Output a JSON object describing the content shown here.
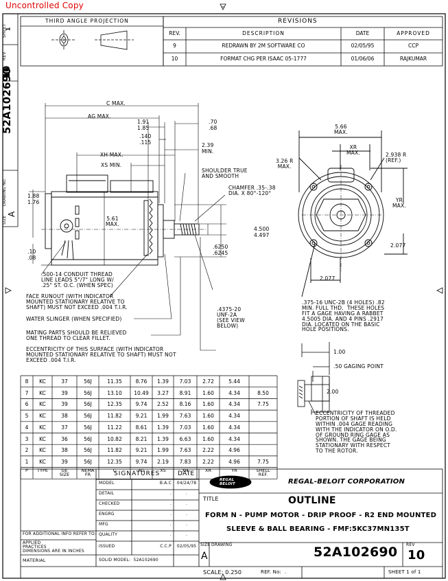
{
  "watermark": "Uncontrolled Copy",
  "sidebar": {
    "sheet_label": "SHEET",
    "sheet_value": "1",
    "rev_label": "REV",
    "rev_value": "10",
    "drawing_no_label": "DRAWING NO.",
    "drawing_no_value": "52A102690",
    "size_label": "SIZE",
    "size_value": "A"
  },
  "projection": {
    "label": "THIRD ANGLE PROJECTION"
  },
  "revisions": {
    "title": "REVISIONS",
    "headers": [
      "REV.",
      "DESCRIPTION",
      "DATE",
      "APPROVED"
    ],
    "rows": [
      [
        "9",
        "REDRAWN BY 2M SOFTWARE CO",
        "02/05/95",
        "CCP"
      ],
      [
        "10",
        "FORMAT CHG PER ISAAC 05-1777",
        "01/06/06",
        "RAJKUMAR"
      ]
    ]
  },
  "side_view": {
    "c_max": "C MAX.",
    "ag_max": "AG MAX.",
    "d191": "1.91",
    "d185": "1.85",
    "d140": ".140",
    "d115": ".115",
    "d70": ".70",
    "d68": ".68",
    "d239": "2.39",
    "d239_min": "MIN.",
    "xh_max": "XH MAX.",
    "xs_min": "XS MIN.",
    "shoulder": "SHOULDER TRUE\nAND SMOOTH",
    "chamfer": "CHAMFER .35-.38\nDIA. X 80°-120°",
    "d188": "1.88",
    "d176": "1.76",
    "d561": "5.61\nMAX.",
    "d4500": "4.500",
    "d4497": "4.497",
    "d6250": ".6250",
    "d6245": ".6245",
    "d10": ".10",
    "d08": ".08",
    "conduit": ".500-14 CONDUIT THREAD\nLINE LEADS 5\"/7\" LONG W/\n.25\" ST. O.C. (WHEN SPEC)",
    "runout": "FACE RUNOUT (WITH INDICATOR\nMOUNTED STATIONARY RELATIVE TO\nSHAFT) MUST NOT EXCEED .004 T.I.R.",
    "slinger": "WATER SLINGER (WHEN SPECIFIED)",
    "thread": ".4375-20\nUNF-2A\n(SEE VIEW\nBELOW)",
    "mating": "MATING PARTS SHOULD BE RELIEVED\nONE THREAD TO CLEAR FILLET.",
    "eccentricity": "ECCENTRICITY OF THIS SURFACE (WITH INDICATOR\nMOUNTED STATIONARY RELATIVE TO SHAFT) MUST NOT\nEXCEED .004 T.I.R."
  },
  "end_view": {
    "d566": "5.66\nMAX.",
    "xr_max": "XR\nMAX.",
    "d326": "3.26 R\nMAX.",
    "d2938": "2.938 R\n(REF.)",
    "yr_max": "YR\nMAX.",
    "d2077_v": "2.077",
    "d2077_h": "2.077",
    "holes": ".375-16 UNC-2B (4 HOLES) .82\nMIN. FULL THD.  THESE HOLES\nFIT A GAGE HAVING A RABBET\n4.5005 DIA. AND 4 PINS .2917\nDIA. LOCATED ON THE BASIC\nHOLE POSITIONS."
  },
  "shaft_detail": {
    "d100": "1.00",
    "gaging": ".50 GAGING POINT",
    "d200": "2.00",
    "note": "ECCENTRICITY OF THREADED\nPORTION OF SHAFT IS HELD\nWITHIN .004 GAGE READING\nWITH THE INDICATOR ON O.D.\nOF GROUND RING GAGE AS\nSHOWN. THE GAGE BEING\nSTATIONARY WITH RESPECT\nTO THE ROTOR."
  },
  "data_table": {
    "rows": [
      [
        "8",
        "KC",
        "37",
        "56J",
        "11.35",
        "8.76",
        "1.39",
        "7.03",
        "2.72",
        "5.44",
        ""
      ],
      [
        "7",
        "KC",
        "39",
        "56J",
        "13.10",
        "10.49",
        "3.27",
        "8.91",
        "1.60",
        "4.34",
        "8.50"
      ],
      [
        "6",
        "KC",
        "39",
        "56J",
        "12.35",
        "9.74",
        "2.52",
        "8.16",
        "1.60",
        "4.34",
        "7.75"
      ],
      [
        "5",
        "KC",
        "38",
        "56J",
        "11.82",
        "9.21",
        "1.99",
        "7.63",
        "1.60",
        "4.34",
        ""
      ],
      [
        "4",
        "KC",
        "37",
        "56J",
        "11.22",
        "8.61",
        "1.39",
        "7.03",
        "1.60",
        "4.34",
        ""
      ],
      [
        "3",
        "KC",
        "36",
        "56J",
        "10.82",
        "8.21",
        "1.39",
        "6.63",
        "1.60",
        "4.34",
        ""
      ],
      [
        "2",
        "KC",
        "38",
        "56J",
        "11.82",
        "9.21",
        "1.99",
        "7.63",
        "2.22",
        "4.96",
        ""
      ],
      [
        "1",
        "KC",
        "39",
        "56J",
        "12.35",
        "9.74",
        "2.19",
        "7.83",
        "2.22",
        "4.96",
        "7.75"
      ]
    ],
    "headers": [
      "P",
      "TYPE",
      "GE\nSIZE",
      "NEMA\nFR",
      "C",
      "AG",
      "XS",
      "XH",
      "XR",
      "YR",
      "SHELL\nREF."
    ]
  },
  "title_block": {
    "additional_info": "FOR ADDITIONAL INFO REFER TO:",
    "applied_practices": "APPLIED\nPRACTICES",
    "dimensions_in": "DIMENSIONS ARE IN INCHES",
    "material": "MATERIAL",
    "signatures_title": "SIGNATURES",
    "date_title": "DATE",
    "sig_rows": [
      [
        "MODEL",
        "B.A.C",
        "04/24/78"
      ],
      [
        "DETAIL",
        ".",
        "."
      ],
      [
        "CHECKED",
        ".",
        "."
      ],
      [
        "ENGRG",
        ".",
        "."
      ],
      [
        "MFG",
        ".",
        "."
      ],
      [
        "QUALITY",
        ".",
        "."
      ],
      [
        "ISSUED",
        "C.C.P",
        "02/05/95"
      ]
    ],
    "solid_model": "SOLID MODEL:  52A102690",
    "logo_text": "REGAL\nBELOIT",
    "company": "REGAL-BELOIT CORPORATION",
    "title_label": "TITLE",
    "title_main": "OUTLINE",
    "title_line2": "FORM N - PUMP MOTOR - DRIP PROOF - R2 END MOUNTED",
    "title_line3": "SLEEVE & BALL BEARING - FMF:5KC37MN135T",
    "size_label": "SIZE",
    "size_value": "A",
    "drawing_label": "DRAWING",
    "drawing_no": "52A102690",
    "rev_label": "REV",
    "rev_value": "10",
    "scale": "SCALE: 0.250",
    "ref_no": "REF. No:  .",
    "sheet": "SHEET 1 of 1"
  }
}
